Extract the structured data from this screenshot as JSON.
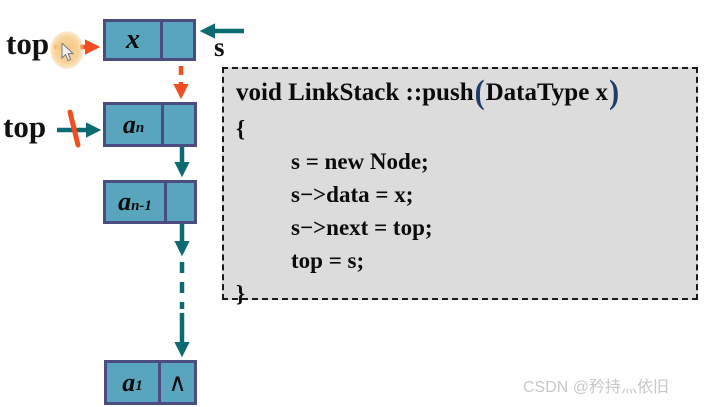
{
  "diagram": {
    "labels": {
      "top_new": "top",
      "top_old": "top",
      "s_ptr": "s"
    },
    "nodes": [
      {
        "label": "x",
        "sub": "",
        "ptr": ""
      },
      {
        "label": "a",
        "sub": "n",
        "ptr": ""
      },
      {
        "label": "a",
        "sub": "n-1",
        "ptr": ""
      },
      {
        "label": "a",
        "sub": "1",
        "ptr": "∧"
      }
    ],
    "arrows": [
      "top-new-to-x (orange dashed)",
      "s-to-x (teal)",
      "x-next-to-an (orange dashed)",
      "top-old-to-an (teal, crossed out)",
      "an-next-to-an1 (teal)",
      "an1-next-down (teal)",
      "ellipsis (teal dashed)",
      "down-to-a1 (teal)"
    ]
  },
  "code": {
    "title_pre": "void LinkStack ::push",
    "paren_open": "(",
    "title_args": "DataType x",
    "paren_close": ")",
    "lines": [
      "{",
      "s = new Node;",
      "s−>data = x;",
      "s−>next = top;",
      "top = s;",
      "}"
    ]
  },
  "watermark": "CSDN @矜持灬依旧",
  "colors": {
    "teal": "#0c6b72",
    "orange": "#f14e21",
    "node_fill": "#59a5bd",
    "node_border": "#4b4c80",
    "code_bg": "#dcdcdc",
    "paren_navy": "#1e3c68",
    "watermark_gray": "#c8c8c8"
  }
}
